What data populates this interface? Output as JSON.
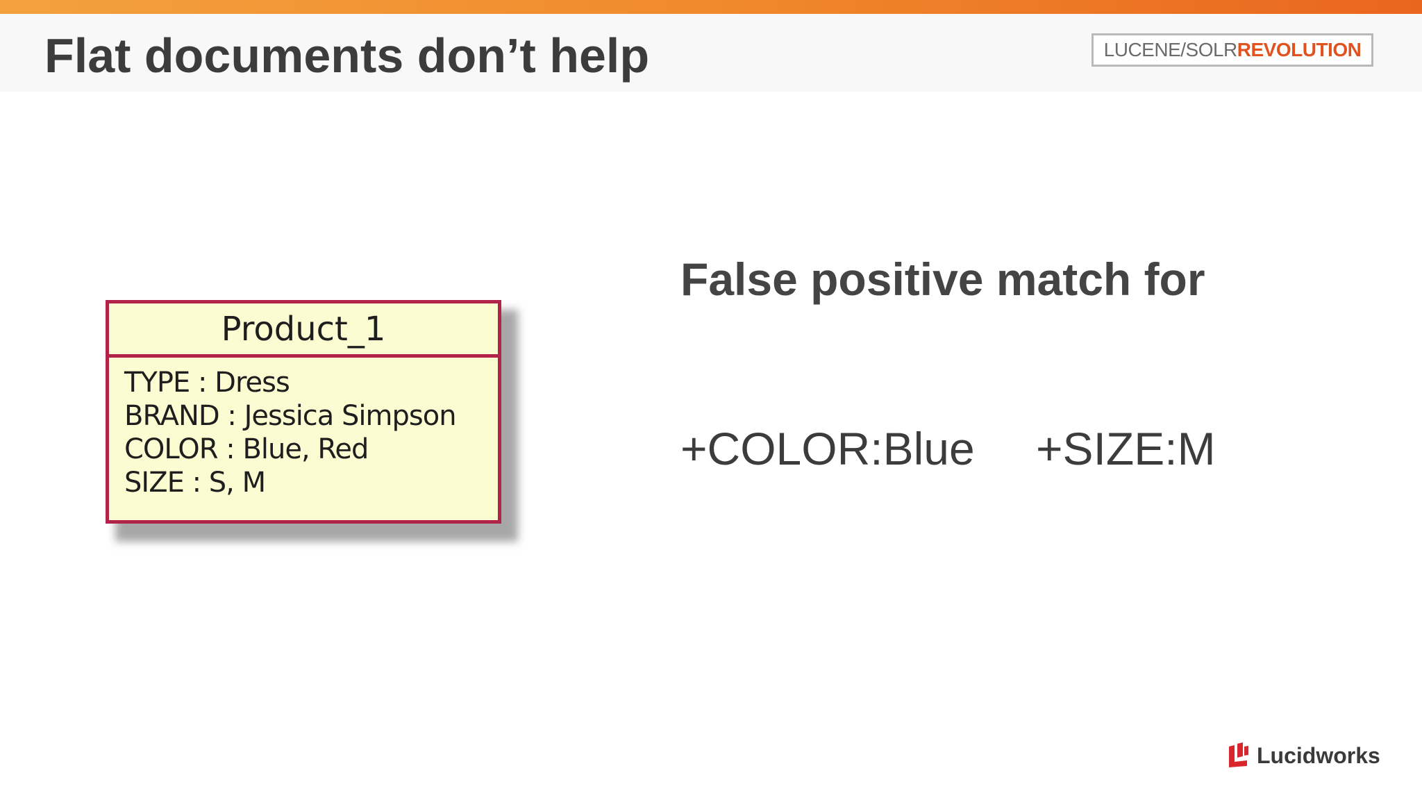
{
  "slide": {
    "title": "Flat documents don’t help",
    "event_logo": {
      "light_text": "LUCENE/SOLR",
      "bold_text": "REVOLUTION"
    },
    "uml": {
      "name": "Product_1",
      "fields": [
        "TYPE : Dress",
        "BRAND : Jessica Simpson",
        "COLOR : Blue, Red",
        "SIZE : S, M"
      ]
    },
    "subtitle": "False positive match for",
    "queries": [
      "+COLOR:Blue",
      "+SIZE:M"
    ],
    "brand_logo": {
      "name": "Lucidworks",
      "icon": "lucidworks-logo-icon"
    },
    "colors": {
      "top_bar_start": "#f3a13f",
      "top_bar_end": "#e9661e",
      "uml_border": "#b2234a",
      "uml_fill": "#fcfcd2",
      "accent": "#e0531f"
    }
  }
}
